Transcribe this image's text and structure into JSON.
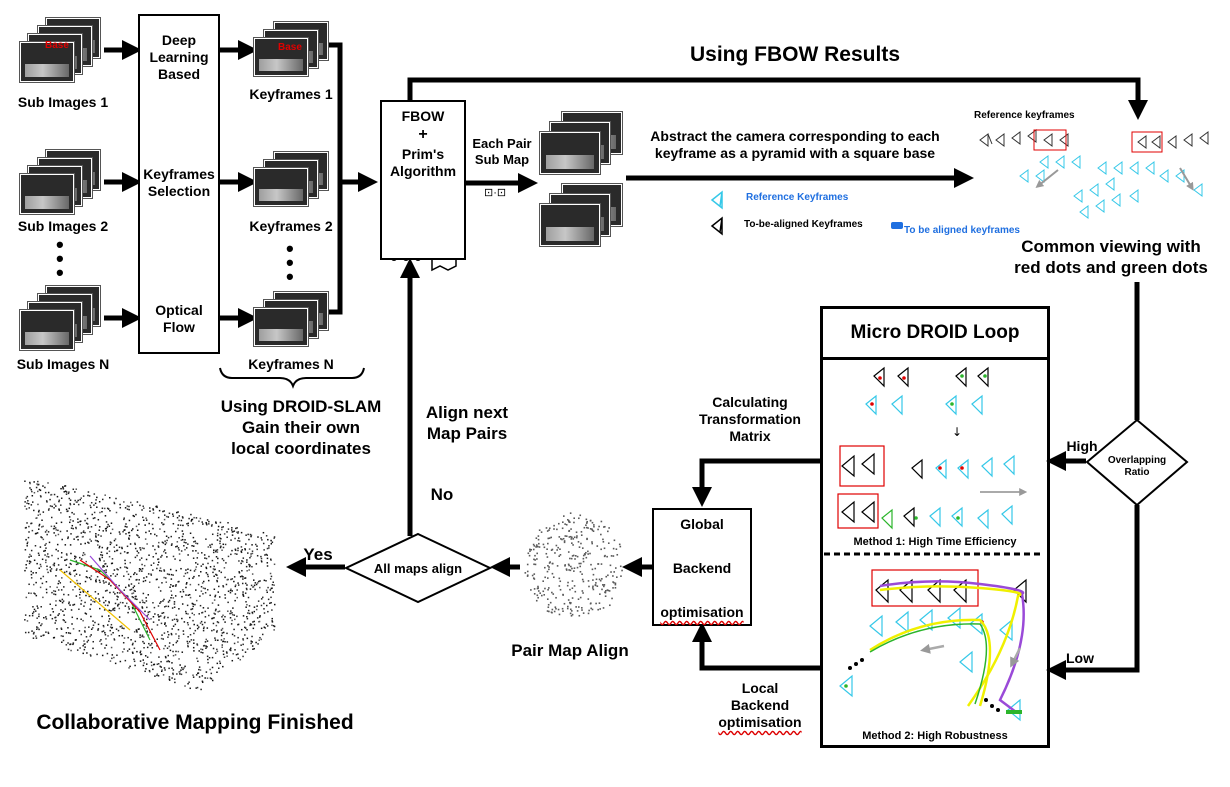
{
  "sub_images": [
    "Sub Images 1",
    "Sub Images 2",
    "Sub Images N"
  ],
  "base_tag": "Base",
  "methods": [
    "Deep Learning Based",
    "Keyframes Selection",
    "Optical Flow"
  ],
  "keyframes": [
    "Keyframes 1",
    "Keyframes 2",
    "Keyframes N"
  ],
  "droid_note": [
    "Using DROID-SLAM",
    "Gain their own",
    "local coordinates"
  ],
  "fbow_box": [
    "FBOW",
    "+",
    "Prim's",
    "Algorithm"
  ],
  "each_pair": [
    "Each Pair",
    "Sub Map"
  ],
  "using_fbow": "Using FBOW Results",
  "abstract_text": [
    "Abstract the camera corresponding to each",
    "keyframe  as a pyramid with a square base"
  ],
  "legend": {
    "reference": "Reference Keyframes",
    "to_be_aligned": "To-be-aligned Keyframes",
    "to_be_aligned_blue": "To be aligned  keyframes",
    "reference_top": "Reference keyframes"
  },
  "common_viewing": [
    "Common viewing with",
    "red dots and green dots"
  ],
  "micro_droid": "Micro DROID Loop",
  "method1": "Method  1: High Time  Efficiency",
  "method2": "Method 2: High Robustness",
  "overlap": [
    "Overlapping",
    "Ratio"
  ],
  "high": "High",
  "low": "Low",
  "calc_matrix": [
    "Calculating",
    "Transformation",
    "Matrix"
  ],
  "global_box": [
    "Global",
    "Backend",
    "optimisation"
  ],
  "local_backend": [
    "Local",
    "Backend",
    "optimisation"
  ],
  "pair_map_align": "Pair Map Align",
  "all_maps_align": "All maps align",
  "yes": "Yes",
  "no": "No",
  "align_next": [
    "Align next",
    "Map Pairs"
  ],
  "finished": "Collaborative Mapping Finished",
  "colors": {
    "cyan": "#35c8e8",
    "red": "#e00000",
    "green": "#2bb52b",
    "yellow": "#f0f000",
    "purple": "#9a4ad8",
    "blue": "#1f6fe0"
  }
}
